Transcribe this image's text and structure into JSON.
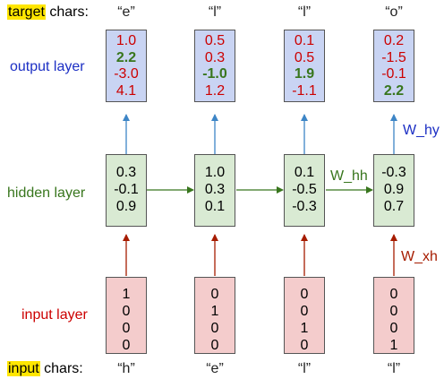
{
  "labels": {
    "target_chars_hl": "target",
    "target_chars_rest": " chars:",
    "output_layer": "output layer",
    "hidden_layer": "hidden layer",
    "input_layer": "input layer",
    "input_chars_hl": "input",
    "input_chars_rest": " chars:",
    "w_hy": "W_hy",
    "w_hh": "W_hh",
    "w_xh": "W_xh"
  },
  "target_chars": [
    "“e”",
    "“l”",
    "“l”",
    "“o”"
  ],
  "input_chars": [
    "“h”",
    "“e”",
    "“l”",
    "“l”"
  ],
  "output": [
    [
      "1.0",
      "2.2",
      "-3.0",
      "4.1"
    ],
    [
      "0.5",
      "0.3",
      "-1.0",
      "1.2"
    ],
    [
      "0.1",
      "0.5",
      "1.9",
      "-1.1"
    ],
    [
      "0.2",
      "-1.5",
      "-0.1",
      "2.2"
    ]
  ],
  "output_highlight_index": [
    1,
    2,
    2,
    3
  ],
  "hidden": [
    [
      "0.3",
      "-0.1",
      "0.9"
    ],
    [
      "1.0",
      "0.3",
      "0.1"
    ],
    [
      "0.1",
      "-0.5",
      "-0.3"
    ],
    [
      "-0.3",
      "0.9",
      "0.7"
    ]
  ],
  "input": [
    [
      "1",
      "0",
      "0",
      "0"
    ],
    [
      "0",
      "1",
      "0",
      "0"
    ],
    [
      "0",
      "0",
      "1",
      "0"
    ],
    [
      "0",
      "0",
      "0",
      "1"
    ]
  ],
  "colors": {
    "output_label": "#1c2fc4",
    "hidden_label": "#38761d",
    "input_label": "#cc0000",
    "output_value": "#cc0000",
    "output_value_highlight": "#38761d",
    "arrow_blue": "#3d85c6",
    "arrow_green": "#38761d",
    "arrow_red": "#a61c00"
  }
}
